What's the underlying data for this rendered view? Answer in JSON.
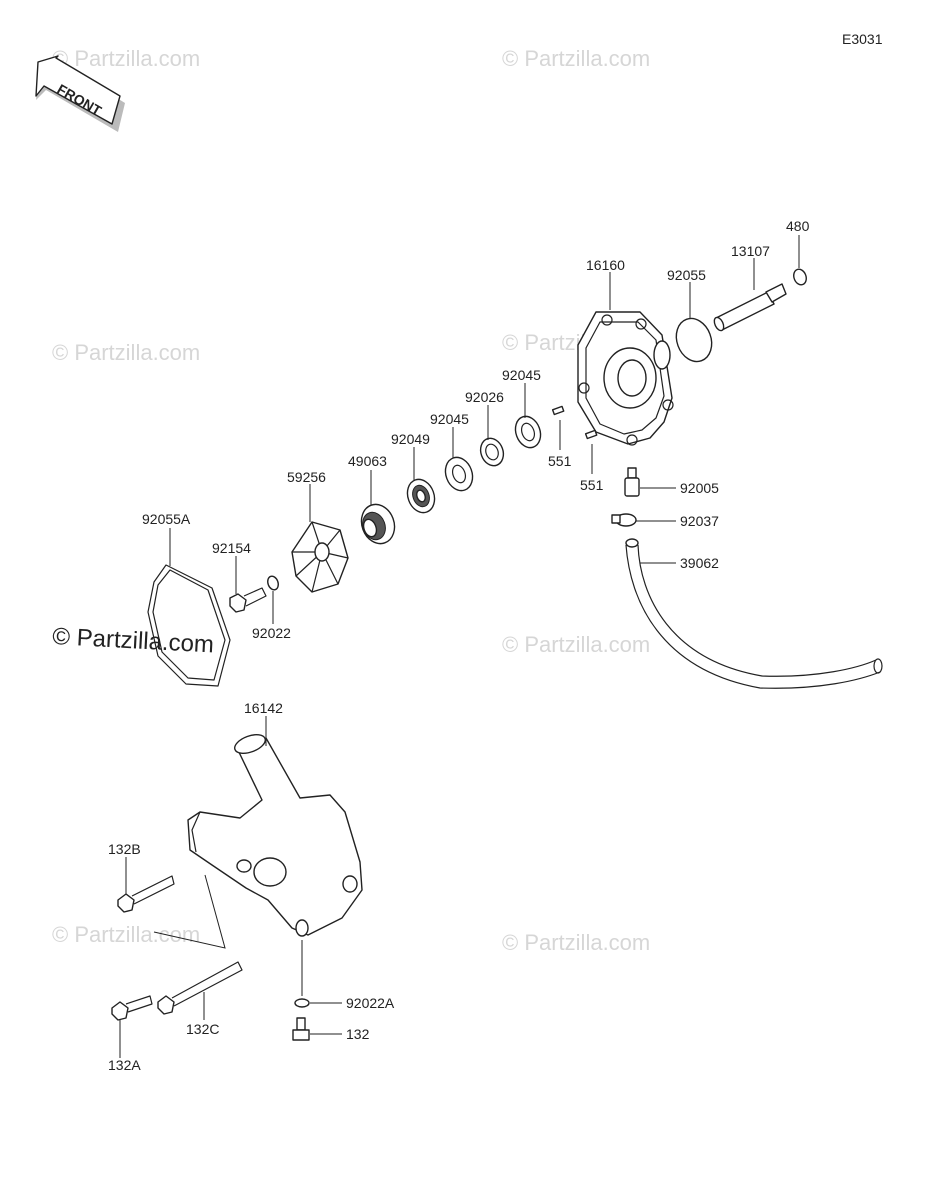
{
  "diagram_code": "E3031",
  "front_label": "FRONT",
  "watermark_text": "© Partzilla.com",
  "watermark_featured_text": "© Partzilla.com",
  "parts": {
    "p16160": "16160",
    "p92055": "92055",
    "p13107": "13107",
    "p480": "480",
    "p92045a": "92045",
    "p92026": "92026",
    "p92045b": "92045",
    "p92049": "92049",
    "p49063": "49063",
    "p59256": "59256",
    "p551a": "551",
    "p551b": "551",
    "p92005": "92005",
    "p92037": "92037",
    "p39062": "39062",
    "p92055A": "92055A",
    "p92154": "92154",
    "p92022": "92022",
    "p16142": "16142",
    "p132B": "132B",
    "p92022A": "92022A",
    "p132": "132",
    "p132C": "132C",
    "p132A": "132A"
  }
}
